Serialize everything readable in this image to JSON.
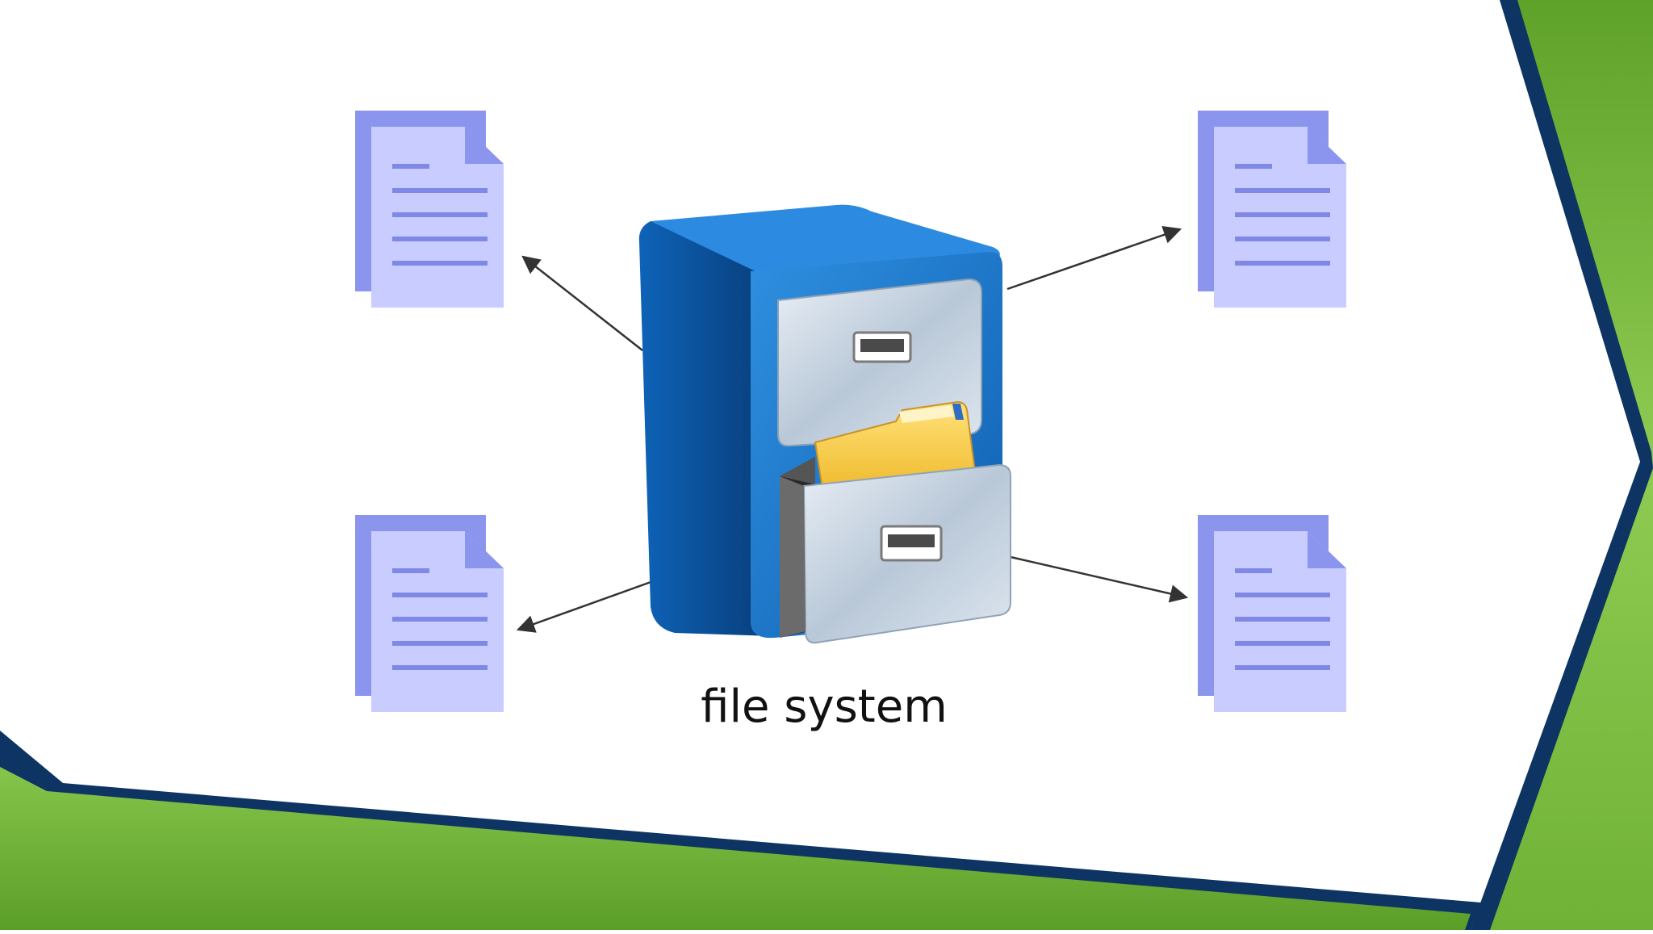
{
  "diagram": {
    "center_label": "file system",
    "center_icon": "file-cabinet-icon",
    "file_icon": "document-icon",
    "files": [
      {
        "position": "top-left"
      },
      {
        "position": "top-right"
      },
      {
        "position": "bottom-left"
      },
      {
        "position": "bottom-right"
      }
    ],
    "arrow_direction": "outward"
  },
  "colors": {
    "slide_background": "#ffffff",
    "frame_border": "#0d3462",
    "frame_green": "#7dc142",
    "document_back": "#8c95ee",
    "document_front": "#c8ccff",
    "document_lines": "#8088e6",
    "cabinet_blue": "#0b5aa5",
    "drawer_gray": "#c4d0dc",
    "folder_yellow": "#f6cf45",
    "arrow": "#333333",
    "label_text": "#111111"
  }
}
